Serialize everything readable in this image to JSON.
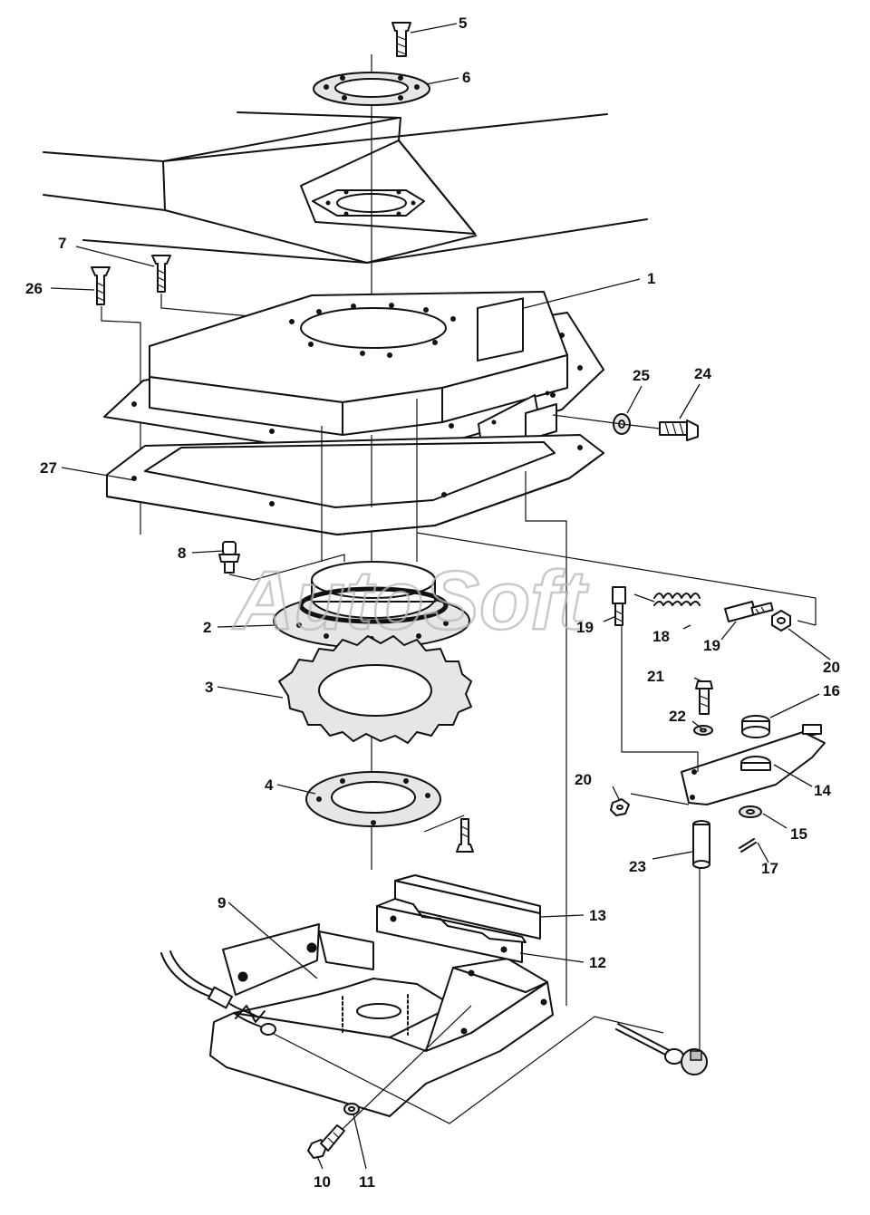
{
  "watermark": "AutoSoft",
  "callouts": {
    "p1": "1",
    "p2": "2",
    "p3": "3",
    "p4": "4",
    "p5": "5",
    "p6": "6",
    "p7": "7",
    "p8": "8",
    "p9": "9",
    "p10": "10",
    "p11": "11",
    "p12": "12",
    "p13": "13",
    "p14": "14",
    "p15": "15",
    "p16": "16",
    "p17": "17",
    "p18": "18",
    "p19a": "19",
    "p19b": "19",
    "p20a": "20",
    "p20b": "20",
    "p21": "21",
    "p22": "22",
    "p23": "23",
    "p24": "24",
    "p25": "25",
    "p26": "26",
    "p27": "27"
  }
}
